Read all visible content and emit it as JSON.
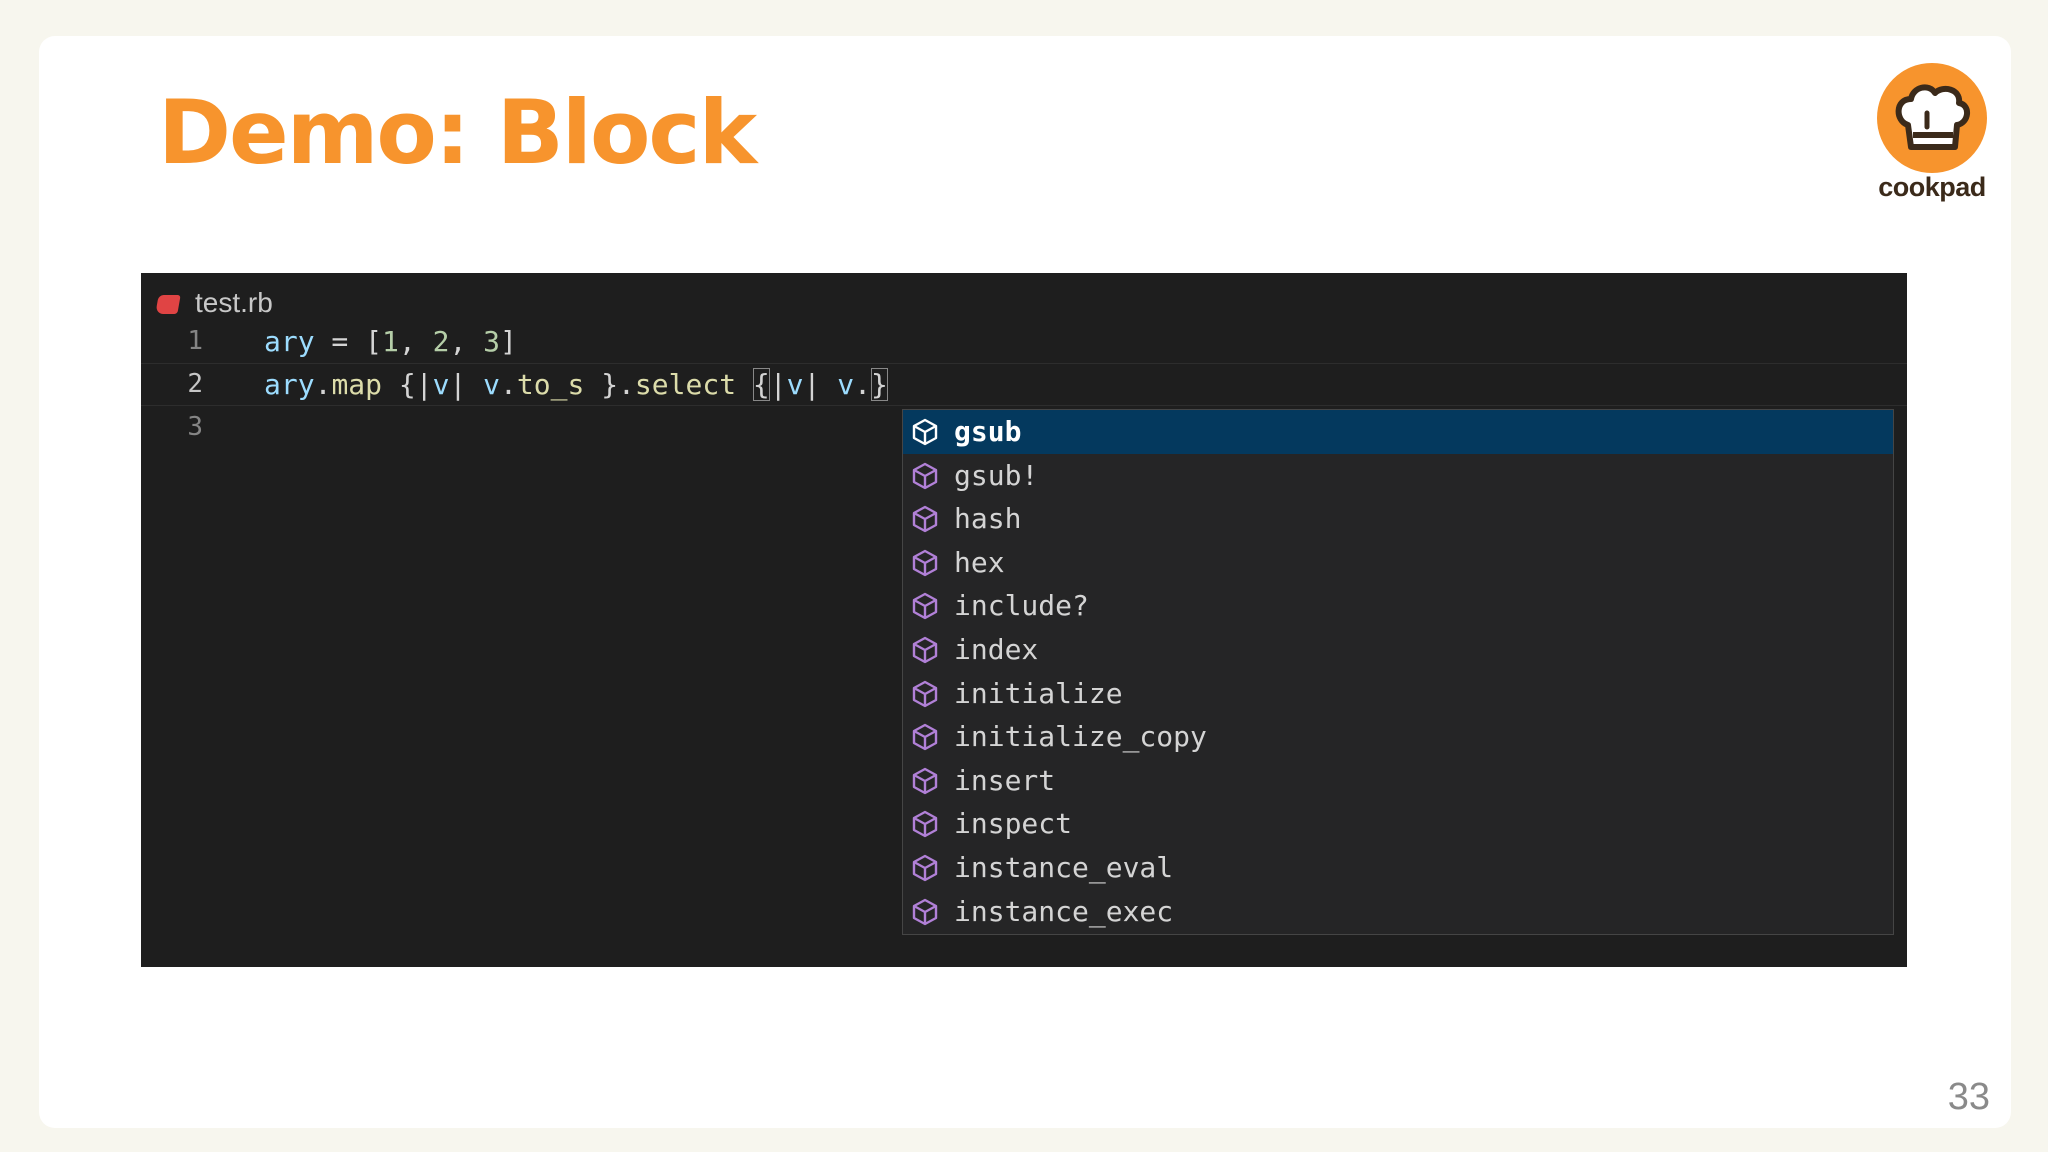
{
  "slide": {
    "title": "Demo: Block",
    "title_color": "#f7942d",
    "page_number": "33",
    "logo": {
      "text": "cookpad",
      "icon": "chef-hat-icon",
      "color": "#f7942d"
    }
  },
  "editor": {
    "file_name": "test.rb",
    "file_icon": "ruby-file-icon",
    "file_icon_color": "#e04444",
    "lines": [
      {
        "number": "1"
      },
      {
        "number": "2"
      },
      {
        "number": "3"
      }
    ],
    "line1": {
      "var": "ary",
      "op": " = [",
      "n1": "1",
      "c1": ", ",
      "n2": "2",
      "c2": ", ",
      "n3": "3",
      "close": "]"
    },
    "line2": {
      "var": "ary",
      "dot1": ".",
      "map": "map",
      "sp1": " ",
      "open1": "{",
      "pipe1": "|",
      "v1": "v",
      "pipe2": "|",
      "sp2": " ",
      "v2": "v",
      "dot2": ".",
      "to_s": "to_s",
      "sp3": " ",
      "close1": "}",
      "dot3": ".",
      "select": "select",
      "sp4": " ",
      "open2": "{",
      "pipe3": "|",
      "v3": "v",
      "pipe4": "|",
      "sp5": " ",
      "v4": "v",
      "dot4": ".",
      "close2": "}"
    }
  },
  "suggestions": {
    "icon": "method-cube-icon",
    "icon_color": "#b180d7",
    "items": [
      {
        "label": "gsub"
      },
      {
        "label": "gsub!"
      },
      {
        "label": "hash"
      },
      {
        "label": "hex"
      },
      {
        "label": "include?"
      },
      {
        "label": "index"
      },
      {
        "label": "initialize"
      },
      {
        "label": "initialize_copy"
      },
      {
        "label": "insert"
      },
      {
        "label": "inspect"
      },
      {
        "label": "instance_eval"
      },
      {
        "label": "instance_exec"
      }
    ],
    "selected_index": 0
  }
}
